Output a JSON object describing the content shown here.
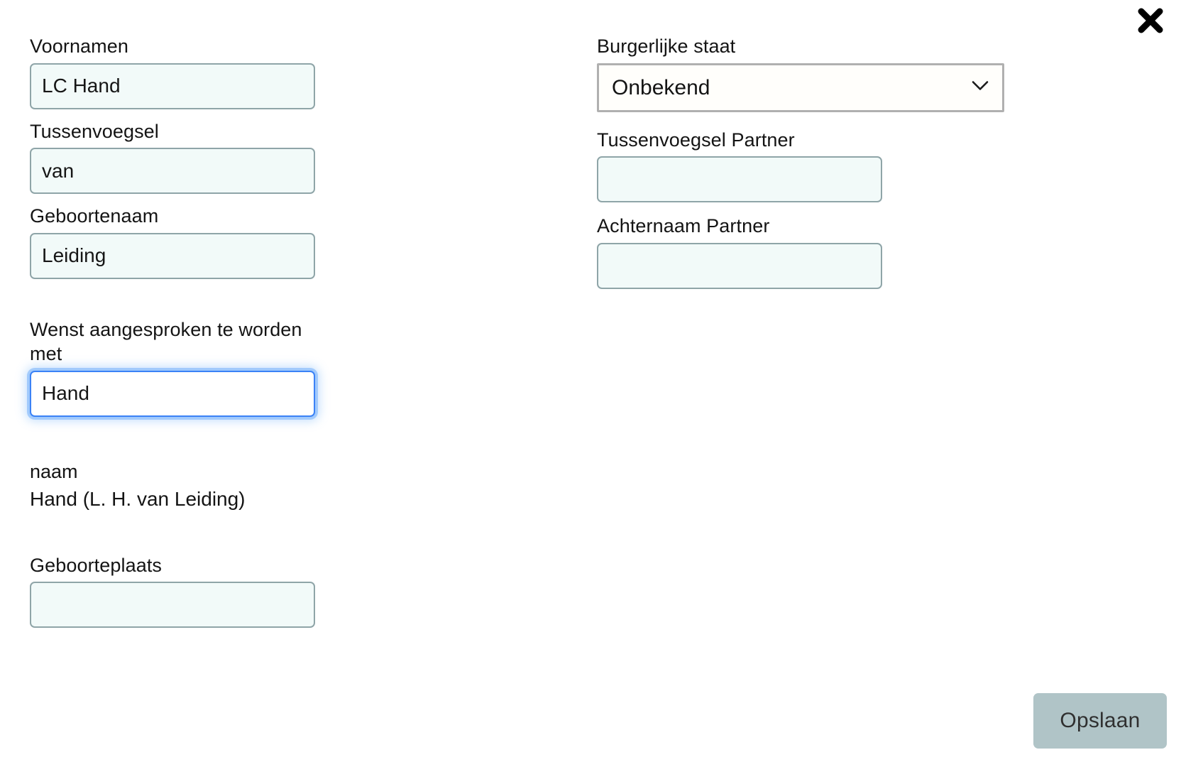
{
  "dialog": {
    "close_label": "×",
    "close_icon": "close-x-icon"
  },
  "left_column": {
    "fields": [
      {
        "id": "voornamen",
        "label": "Voornamen",
        "value": "LC Hand",
        "placeholder": "",
        "focused": false
      },
      {
        "id": "tussenvoegsel",
        "label": "Tussenvoegsel",
        "value": "van",
        "placeholder": "",
        "focused": false
      },
      {
        "id": "geboortenaam",
        "label": "Geboortenaam",
        "value": "Leiding",
        "placeholder": "",
        "focused": false
      },
      {
        "id": "aanspreek",
        "label": "Wenst aangesproken te worden met",
        "value": "Hand",
        "placeholder": "",
        "focused": true
      },
      {
        "id": "geboorteplaats",
        "label": "Geboorteplaats",
        "value": "",
        "placeholder": "",
        "focused": false
      }
    ],
    "name_summary": {
      "key": "naam",
      "value": "Hand (L. H. van Leiding)"
    }
  },
  "right_column": {
    "burgerlijke_staat": {
      "label": "Burgerlijke staat",
      "selected": "Onbekend",
      "options": [
        "Onbekend"
      ],
      "chevron_icon": "chevron-down-icon"
    },
    "fields": [
      {
        "id": "tussenvoegsel-partner",
        "label": "Tussenvoegsel Partner",
        "value": "",
        "placeholder": ""
      },
      {
        "id": "achternaam-partner",
        "label": "Achternaam Partner",
        "value": "",
        "placeholder": ""
      }
    ]
  },
  "footer": {
    "save_label": "Opslaan"
  },
  "colors": {
    "input_bg": "#f2faf9",
    "input_border": "#8fa5a8",
    "focus_border": "#3b82f6",
    "select_bg": "#fffefb",
    "select_border": "#b0b0b0",
    "save_bg": "#b0c4c7",
    "save_text": "#303030",
    "text": "#141414",
    "page_bg": "#ffffff"
  }
}
